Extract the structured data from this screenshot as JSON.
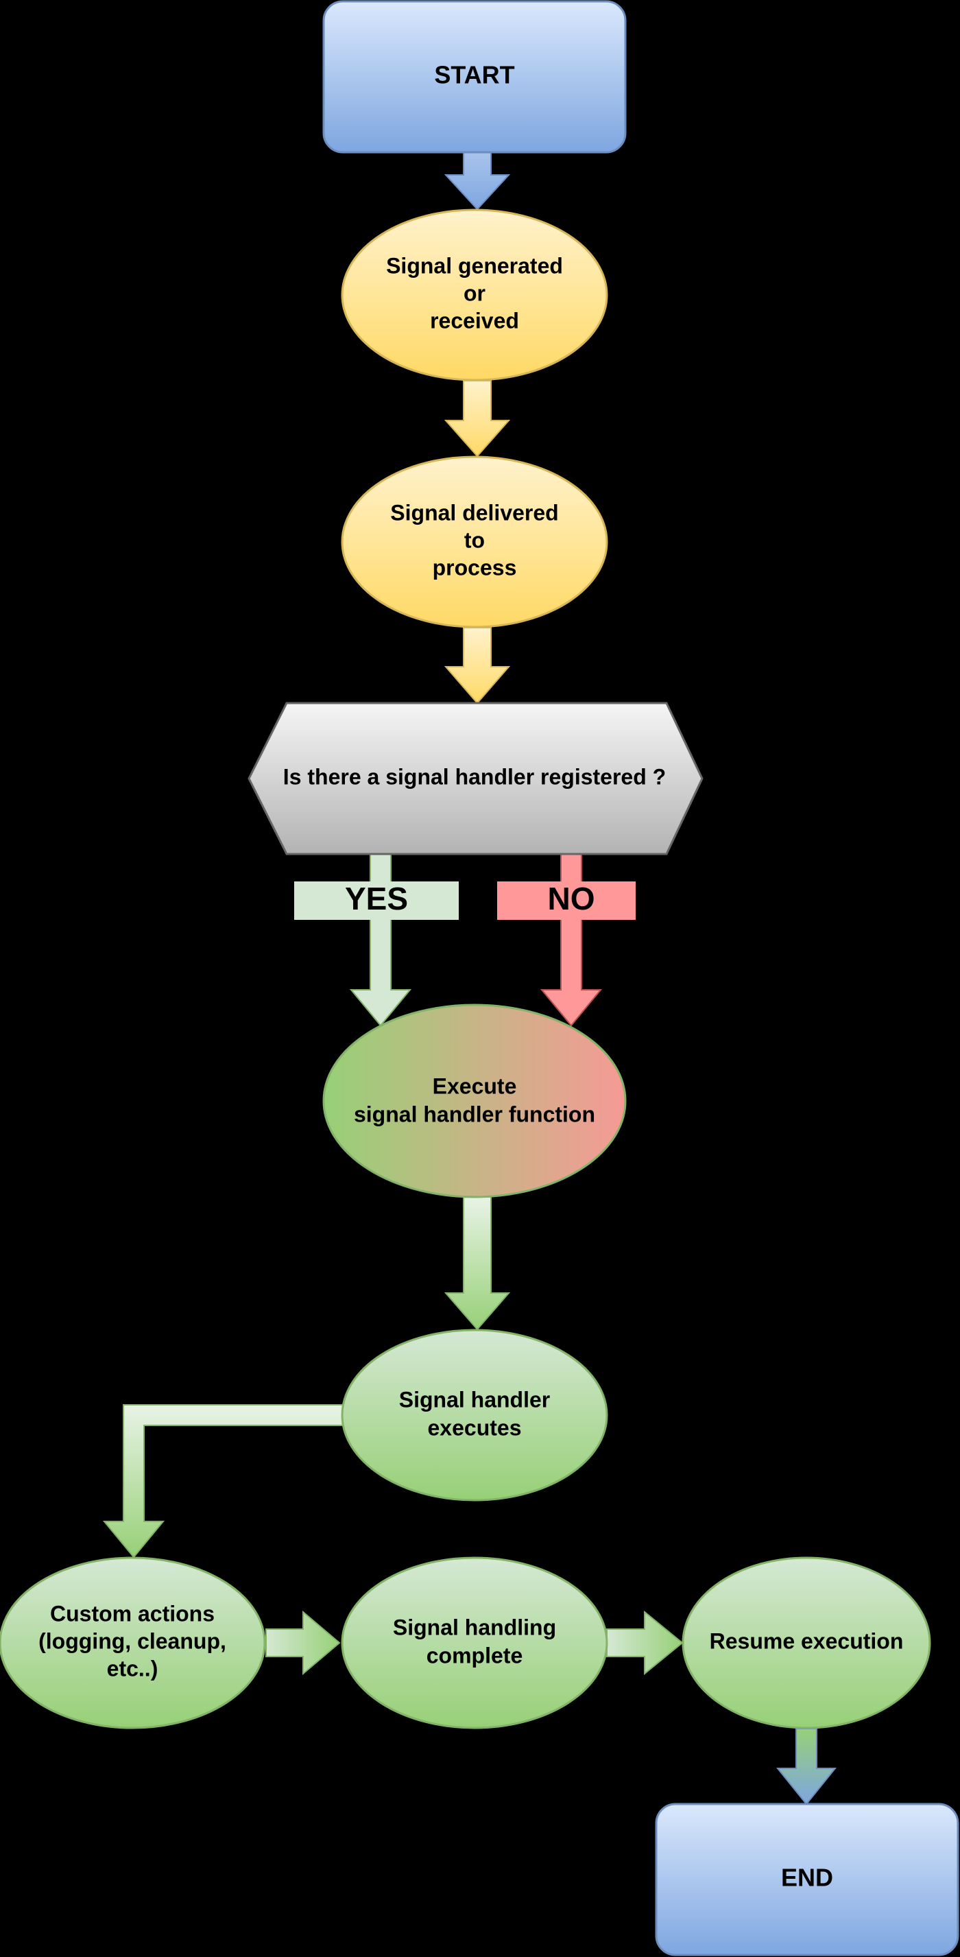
{
  "nodes": {
    "start": {
      "label": "START"
    },
    "signal_generated": {
      "lines": [
        "Signal generated",
        "or",
        "received"
      ]
    },
    "signal_delivered": {
      "lines": [
        "Signal delivered",
        "to",
        "process"
      ]
    },
    "decision": {
      "label": "Is there a signal handler registered ?"
    },
    "execute_handler": {
      "lines": [
        "Execute",
        "signal handler function"
      ]
    },
    "handler_executes": {
      "lines": [
        "Signal handler",
        "executes"
      ]
    },
    "custom_actions": {
      "lines": [
        "Custom actions",
        "(logging, cleanup,",
        "etc..)"
      ]
    },
    "handling_complete": {
      "lines": [
        "Signal handling",
        "complete"
      ]
    },
    "resume_execution": {
      "label": "Resume execution"
    },
    "end": {
      "label": "END"
    }
  },
  "branches": {
    "yes": "YES",
    "no": "NO"
  },
  "colors": {
    "background": "#000000",
    "terminal_top": "#dae8fc",
    "terminal_bottom": "#7ea6e0",
    "terminal_stroke": "#6c8ebf",
    "process_top": "#fff2cc",
    "process_bottom": "#ffd966",
    "process_stroke": "#d6b656",
    "decision_top": "#f5f5f5",
    "decision_bottom": "#b3b3b3",
    "decision_stroke": "#666666",
    "action_top": "#d5e8d4",
    "action_bottom": "#97d077",
    "action_stroke": "#82b366",
    "no_fill": "#ff9999",
    "no_stroke": "#b85450",
    "yes_fill": "#d5e8d4"
  }
}
